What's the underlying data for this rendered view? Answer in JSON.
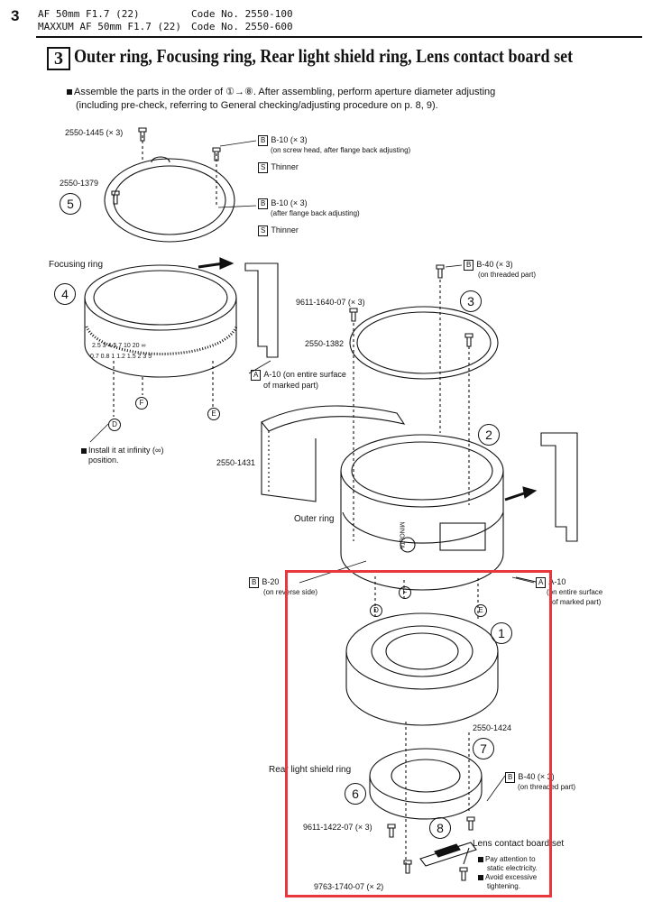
{
  "header": {
    "page_number": "3",
    "model_line1": "AF 50mm F1.7 (22)",
    "model_line2": "MAXXUM AF 50mm F1.7 (22)",
    "code_line1": "Code No. 2550-100",
    "code_line2": "Code No. 2550-600"
  },
  "section": {
    "number": "3",
    "title": "Outer ring, Focusing ring, Rear light shield ring, Lens contact board set"
  },
  "instructions": {
    "line1": "Assemble the parts in the order of ①→⑧. After assembling, perform aperture diameter adjusting",
    "line2": "(including pre-check, referring to General checking/adjusting procedure on p. 8, 9)."
  },
  "diagram": {
    "numbers": [
      "1",
      "2",
      "3",
      "4",
      "5",
      "6",
      "7",
      "8"
    ],
    "letters": {
      "d": "D",
      "e": "E",
      "f": "F"
    },
    "parts": {
      "p1445": "2550-1445 (× 3)",
      "p1379": "2550-1379",
      "p1640": "9611-1640-07 (× 3)",
      "p1382": "2550-1382",
      "p1431": "2550-1431",
      "p1424": "2550-1424",
      "p1422": "9611-1422-07 (× 3)",
      "p1740": "9763-1740-07 (× 2)"
    },
    "names": {
      "focusing_ring": "Focusing ring",
      "outer_ring": "Outer ring",
      "rear_light_shield_ring": "Rear light shield ring",
      "lens_contact_board_set": "Lens contact board set"
    },
    "tags": {
      "b": "B",
      "s": "S",
      "a": "A"
    },
    "notes": {
      "b10_1": "B-10 (× 3)",
      "b10_1_sub": "(on screw head, after flange back adjusting)",
      "thinner1": "Thinner",
      "b10_2": "B-10 (× 3)",
      "b10_2_sub": "(after flange back adjusting)",
      "thinner2": "Thinner",
      "b40_1": "B-40 (× 3)",
      "b40_1_sub": "(on threaded part)",
      "a10_1": "A-10 (on entire surface",
      "a10_1_sub": "of marked part)",
      "b20": "B-20",
      "b20_sub": "(on reverse side)",
      "a10_2": "A-10",
      "a10_2_sub1": "(on entire surface",
      "a10_2_sub2": "of marked part)",
      "b40_2": "B-40 (× 3)",
      "b40_2_sub": "(on threaded part)",
      "infinity1": "Install it at infinity (∞)",
      "infinity2": "position.",
      "static1": "Pay attention to",
      "static2": "static electricity.",
      "tight1": "Avoid excessive",
      "tight2": "tightening."
    },
    "ring_marks": {
      "brand": "MINOLTA",
      "scale1": "2.5 3 4 5 7 10 20 ∞",
      "scale2": "0.7 0.8 1 1.2 1.5 2 3 5"
    }
  }
}
